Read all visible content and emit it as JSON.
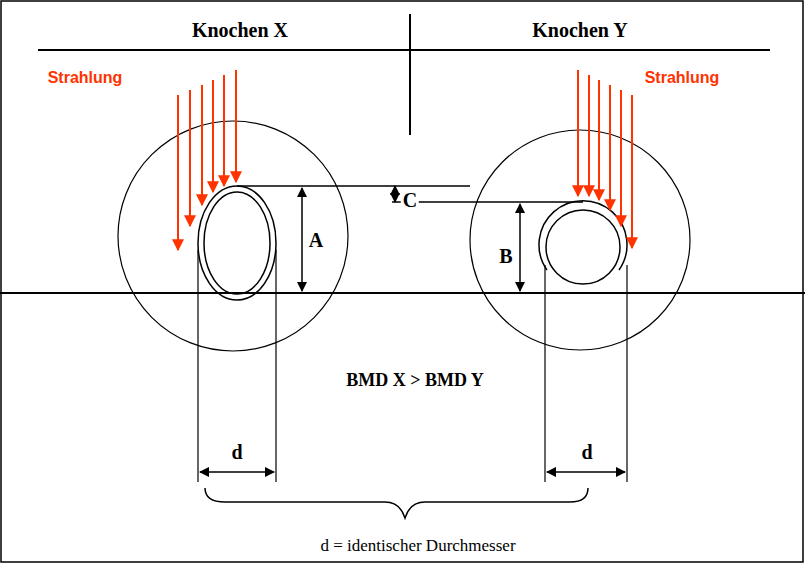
{
  "diagram": {
    "labels": [
      "Knochen X",
      "Knochen Y",
      "Strahlung",
      "Strahlung",
      "A",
      "B",
      "C",
      "d",
      "d",
      "BMD X > BMD Y",
      "d = identischer Durchmesser"
    ]
  }
}
